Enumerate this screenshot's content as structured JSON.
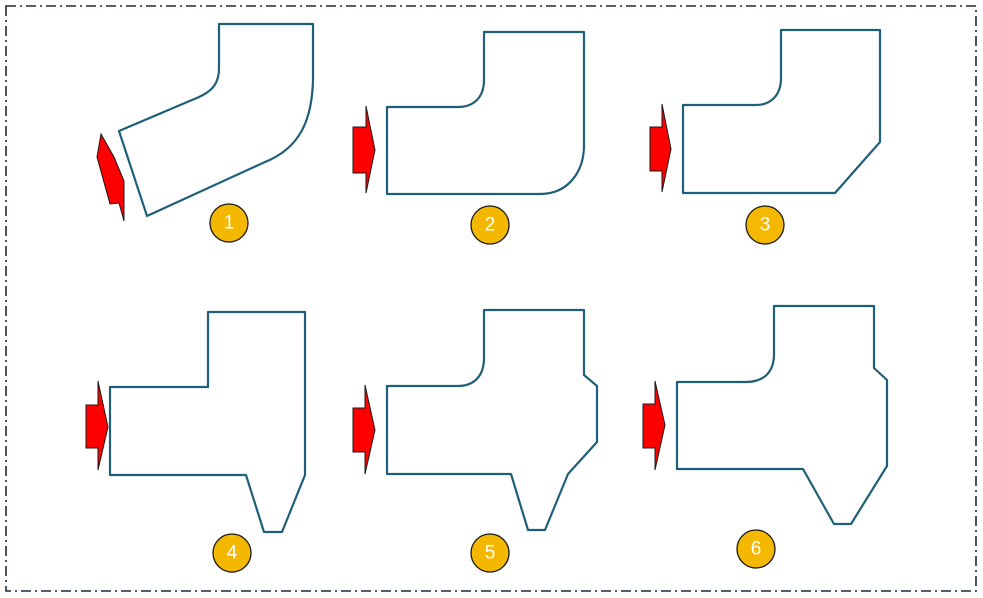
{
  "colors": {
    "outline": "#1f5f7a",
    "arrow": "#ff0000",
    "badge": "#f5b800",
    "badge_text": "#ffffff",
    "frame": "#1e2a3a"
  },
  "badges": [
    {
      "label": "1"
    },
    {
      "label": "2"
    },
    {
      "label": "3"
    },
    {
      "label": "4"
    },
    {
      "label": "5"
    },
    {
      "label": "6"
    }
  ]
}
